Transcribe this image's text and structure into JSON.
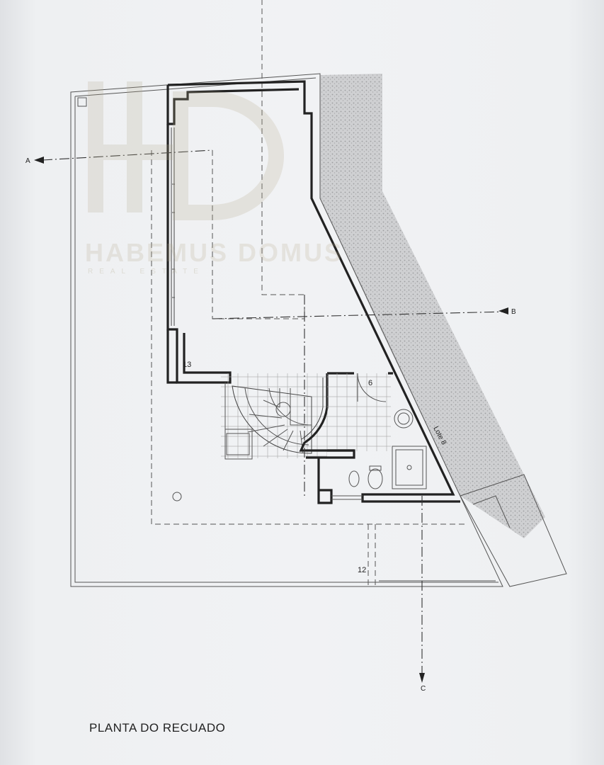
{
  "drawing": {
    "title": "PLANTA DO RECUADO",
    "section_markers": {
      "a": "A",
      "b": "B",
      "c": "C"
    },
    "room_numbers": {
      "r13": "13",
      "r6": "6",
      "r12": "12"
    },
    "neighbor_label": "Lote 8"
  },
  "watermark": {
    "monogram": "HD",
    "name": "HABEMUS DOMUS",
    "tagline": "REAL ESTATE"
  },
  "colors": {
    "paper": "#f1f2f4",
    "ink": "#222222",
    "watermark": "#b4aa8c",
    "hatch": "#9a9a9a"
  }
}
